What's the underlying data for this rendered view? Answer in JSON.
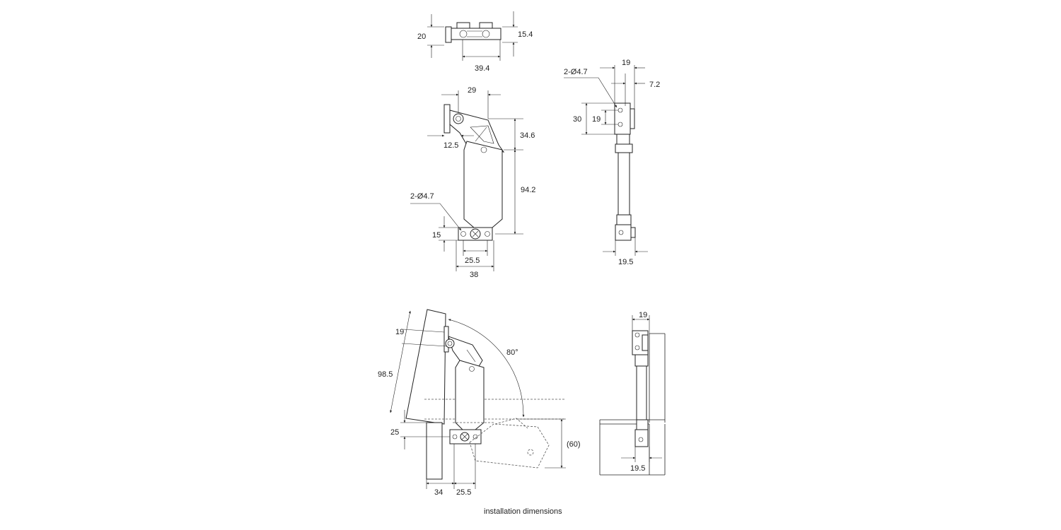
{
  "top_view": {
    "dim_height": "20",
    "dim_depth": "15.4",
    "dim_width": "39.4"
  },
  "front_view": {
    "dim_top_width": "29",
    "dim_arm_height": "34.6",
    "dim_offset": "12.5",
    "dim_length": "94.2",
    "hole_label": "2-Ø4.7",
    "dim_hole_height": "15",
    "dim_hole_spacing": "25.5",
    "dim_base_width": "38"
  },
  "side_view": {
    "hole_label": "2-Ø4.7",
    "dim_width_top": "19",
    "dim_offset": "7.2",
    "dim_outer_height": "30",
    "dim_inner_height": "19",
    "dim_width_bottom": "19.5"
  },
  "install_front": {
    "dim_top": "19",
    "dim_angle": "80°",
    "dim_height": "98.5",
    "dim_bottom": "25",
    "dim_drop": "(60)",
    "dim_panel": "34",
    "dim_spacing": "25.5"
  },
  "install_side": {
    "dim_top": "19",
    "dim_bottom": "19.5"
  },
  "caption": "installation dimensions"
}
